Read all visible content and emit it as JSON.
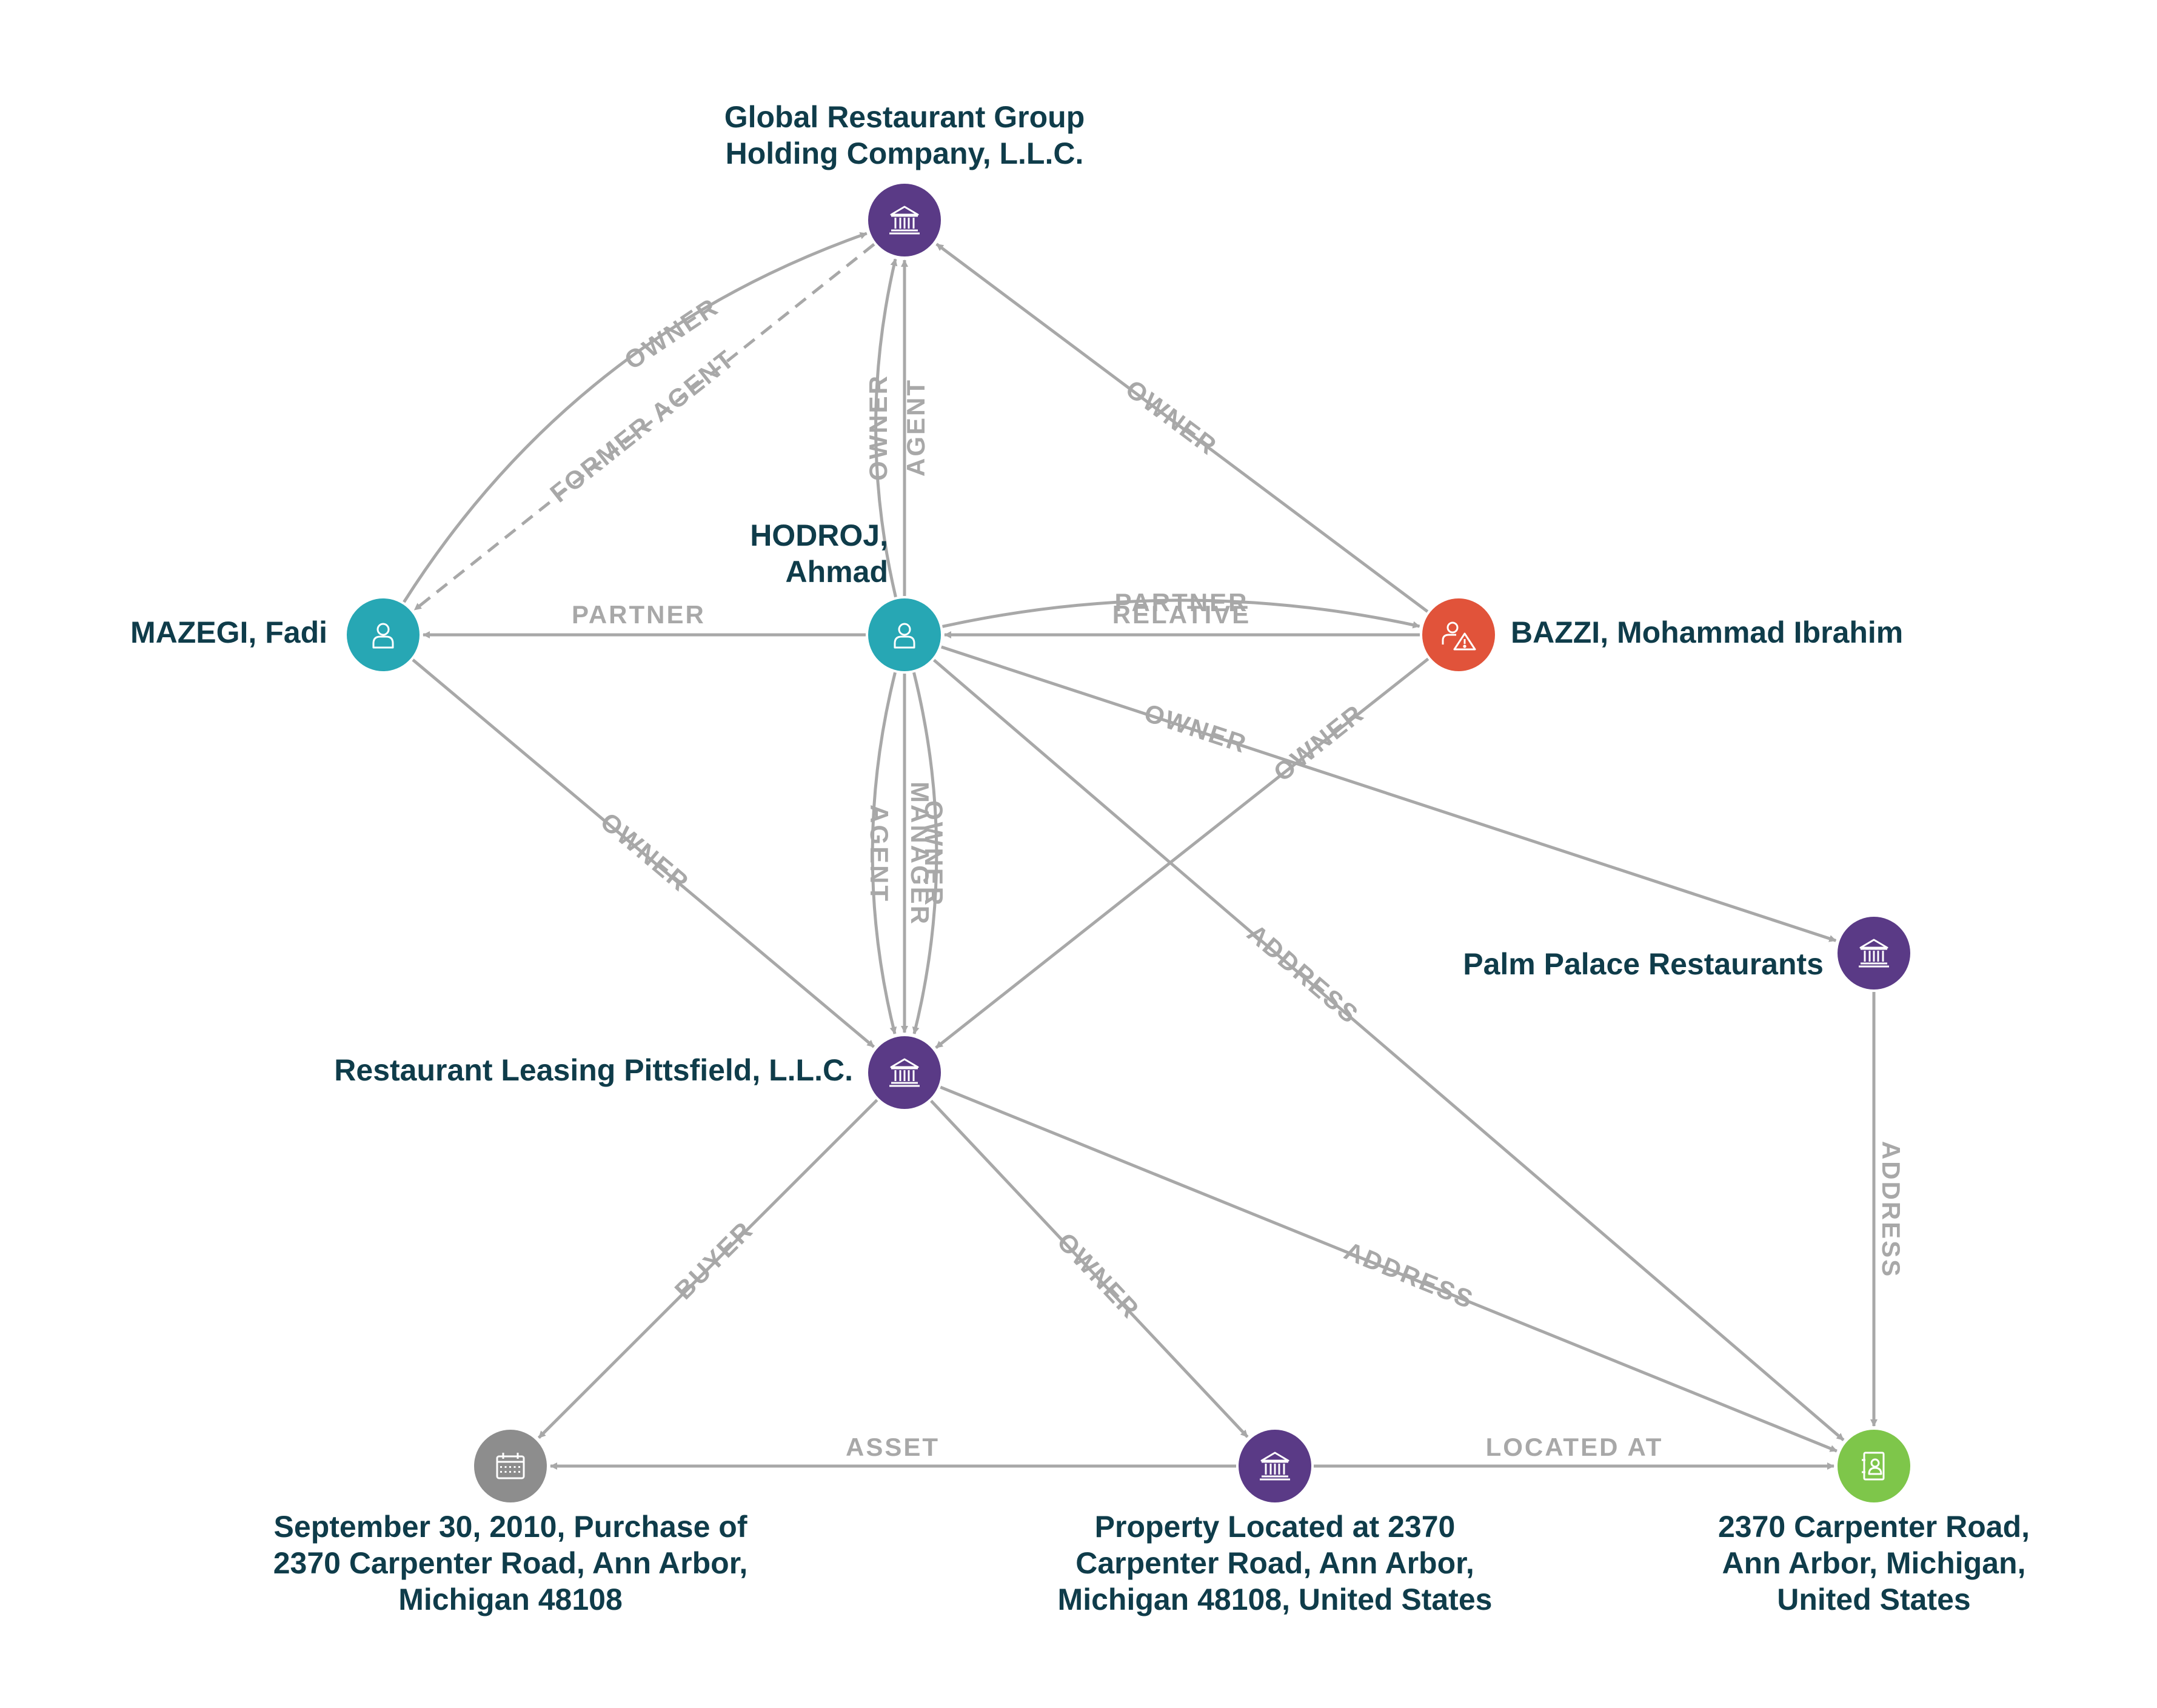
{
  "colors": {
    "edge": "#a8a8a8",
    "label_text": "#0f3c4a",
    "person": "#27a7b4",
    "company": "#5a3a86",
    "sanctioned_person": "#e1533a",
    "event": "#8d8d8d",
    "address": "#7ec64a",
    "icon_stroke": "#ffffff"
  },
  "nodes": [
    {
      "id": "grg",
      "type": "company",
      "icon": "bank-icon",
      "label_lines": [
        "Global Restaurant Group",
        "Holding Company, L.L.C."
      ]
    },
    {
      "id": "mazegi",
      "type": "person",
      "icon": "person-icon",
      "label_lines": [
        "MAZEGI, Fadi"
      ]
    },
    {
      "id": "hodroj",
      "type": "person",
      "icon": "person-icon",
      "label_lines": [
        "HODROJ,",
        "Ahmad"
      ]
    },
    {
      "id": "bazzi",
      "type": "sanctioned_person",
      "icon": "person-warning-icon",
      "label_lines": [
        "BAZZI, Mohammad Ibrahim"
      ]
    },
    {
      "id": "palm",
      "type": "company",
      "icon": "bank-icon",
      "label_lines": [
        "Palm Palace Restaurants"
      ]
    },
    {
      "id": "rlp",
      "type": "company",
      "icon": "bank-icon",
      "label_lines": [
        "Restaurant Leasing Pittsfield, L.L.C."
      ]
    },
    {
      "id": "purchase",
      "type": "event",
      "icon": "calendar-icon",
      "label_lines": [
        "September 30, 2010, Purchase of",
        "2370 Carpenter Road, Ann Arbor,",
        "Michigan 48108"
      ]
    },
    {
      "id": "property",
      "type": "company",
      "icon": "bank-icon",
      "label_lines": [
        "Property Located at 2370",
        "Carpenter Road, Ann Arbor,",
        "Michigan 48108, United States"
      ]
    },
    {
      "id": "address",
      "type": "address",
      "icon": "address-book-icon",
      "label_lines": [
        "2370 Carpenter Road,",
        "Ann Arbor, Michigan,",
        "United States"
      ]
    }
  ],
  "edges": [
    {
      "from": "mazegi",
      "to": "grg",
      "label": "OWNER",
      "style": "solid"
    },
    {
      "from": "grg",
      "to": "mazegi",
      "label": "FORMER AGENT",
      "style": "dashed"
    },
    {
      "from": "hodroj",
      "to": "grg",
      "label": "AGENT",
      "style": "solid"
    },
    {
      "from": "hodroj",
      "to": "grg",
      "label": "OWNER",
      "style": "solid"
    },
    {
      "from": "bazzi",
      "to": "grg",
      "label": "OWNER",
      "style": "solid"
    },
    {
      "from": "hodroj",
      "to": "mazegi",
      "label": "PARTNER",
      "style": "solid"
    },
    {
      "from": "hodroj",
      "to": "bazzi",
      "label": "PARTNER",
      "style": "solid"
    },
    {
      "from": "bazzi",
      "to": "hodroj",
      "label": "RELATIVE",
      "style": "solid"
    },
    {
      "from": "mazegi",
      "to": "rlp",
      "label": "OWNER",
      "style": "solid"
    },
    {
      "from": "hodroj",
      "to": "rlp",
      "label": "AGENT",
      "style": "solid"
    },
    {
      "from": "hodroj",
      "to": "rlp",
      "label": "MANAGER",
      "style": "solid"
    },
    {
      "from": "hodroj",
      "to": "rlp",
      "label": "OWNER",
      "style": "solid"
    },
    {
      "from": "bazzi",
      "to": "rlp",
      "label": "OWNER",
      "style": "solid"
    },
    {
      "from": "hodroj",
      "to": "palm",
      "label": "OWNER",
      "style": "solid"
    },
    {
      "from": "hodroj",
      "to": "address",
      "label": "ADDRESS",
      "style": "solid"
    },
    {
      "from": "palm",
      "to": "address",
      "label": "ADDRESS",
      "style": "solid"
    },
    {
      "from": "rlp",
      "to": "purchase",
      "label": "BUYER",
      "style": "solid"
    },
    {
      "from": "rlp",
      "to": "property",
      "label": "OWNER",
      "style": "solid"
    },
    {
      "from": "rlp",
      "to": "address",
      "label": "ADDRESS",
      "style": "solid"
    },
    {
      "from": "property",
      "to": "purchase",
      "label": "ASSET",
      "style": "solid"
    },
    {
      "from": "property",
      "to": "address",
      "label": "LOCATED AT",
      "style": "solid"
    }
  ]
}
